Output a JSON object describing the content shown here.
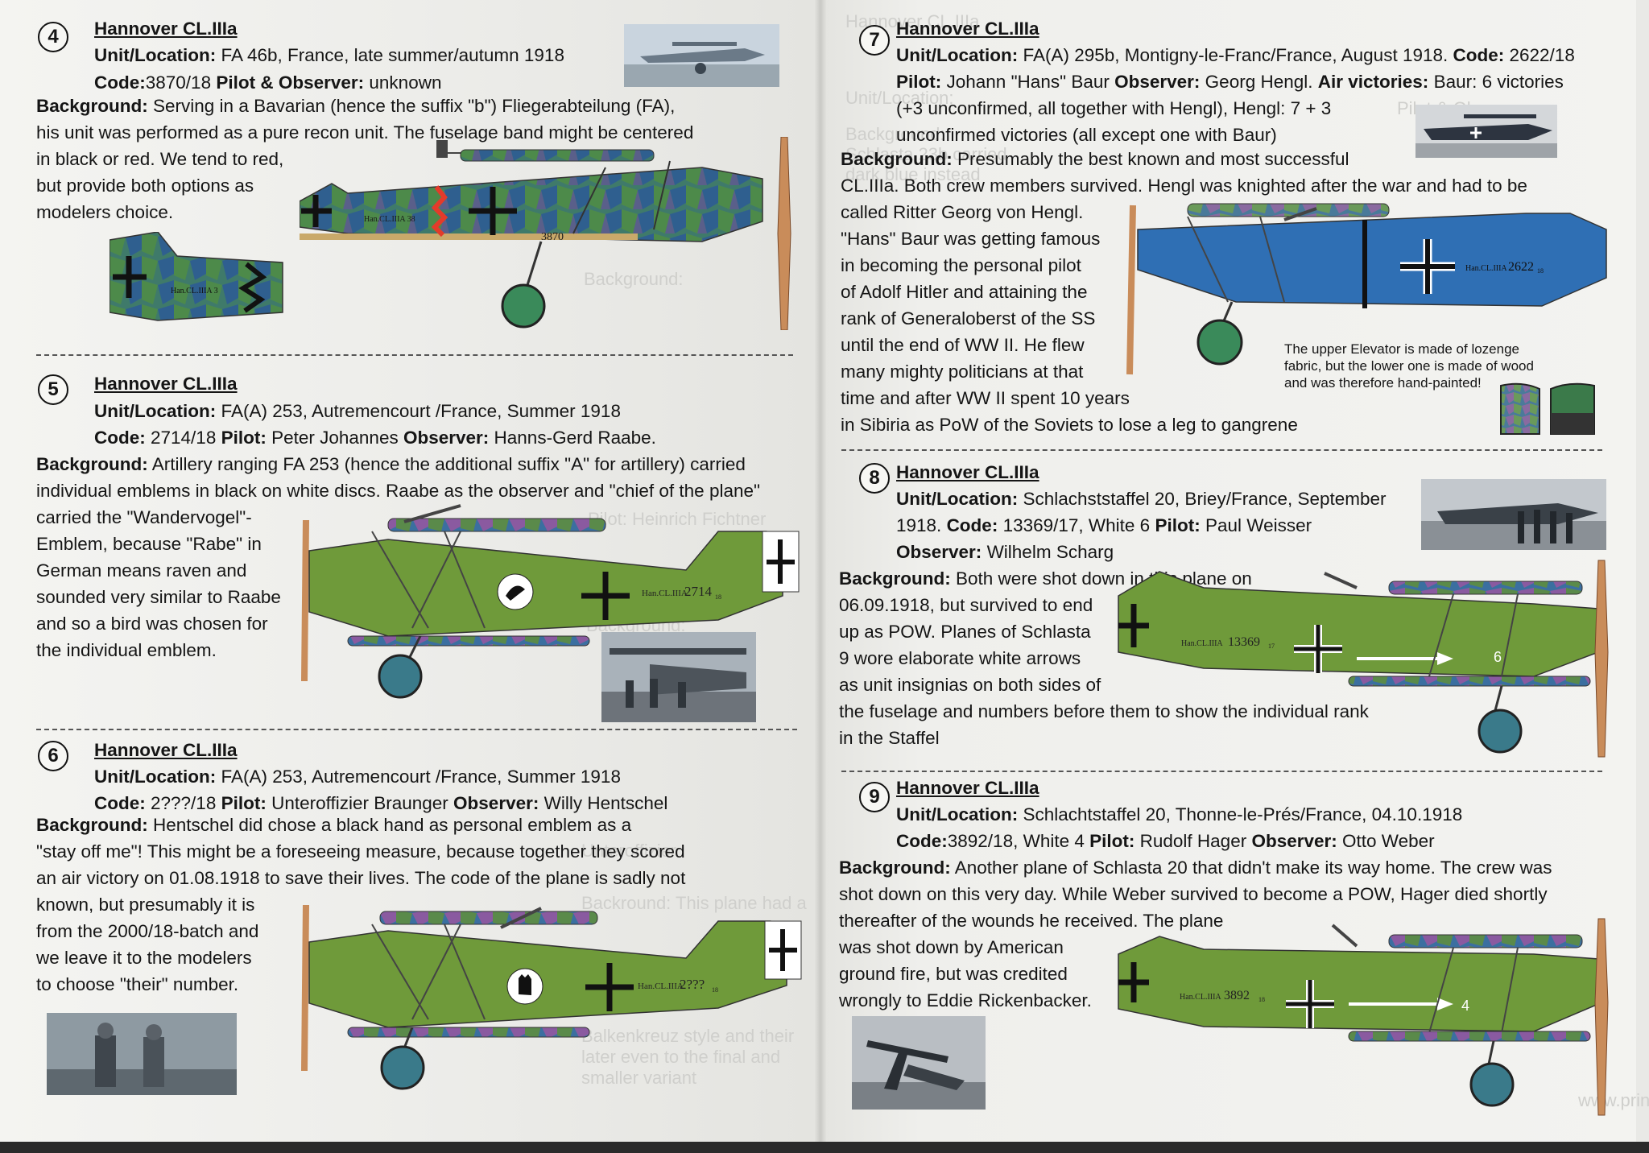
{
  "colors": {
    "lozenge_blue": "#3a6fa0",
    "lozenge_green": "#5c8f3c",
    "fuselage_green": "#6f9a3a",
    "fuselage_blue": "#2f6fb4",
    "prop": "#c98c5a",
    "chevron": "#e33b2a"
  },
  "ghost_text": [
    "Hannover CL.IIIa",
    "Unit/Location:",
    "Pilot & Observer:",
    "Background:",
    "Schlasta 23b carried",
    "dark blue instead",
    "Background:",
    "Pilot: Heinrich Fichtner",
    "Background:",
    "Unteroffizier",
    "Backround: This plane had a",
    "Balkenkreuz style and their",
    "later even to the final and",
    "smaller variant",
    "www.printscale.org"
  ],
  "sections": [
    {
      "num": "4",
      "title": "Hannover CL.IIIa",
      "unit_label": "Unit/Location:",
      "unit": " FA 46b, France, late summer/autumn 1918",
      "code_label": "Code:",
      "code": "3870/18 ",
      "crew_label": "Pilot & Observer:",
      "crew": " unknown",
      "bg_label": "Background:",
      "bg_lines": [
        " Serving in a Bavarian (hence the suffix \"b\") Fliegerabteilung (FA),",
        "his unit was performed as a pure recon unit. The fuselage band might be centered",
        "in black or red. We tend to red,",
        "but provide both options as",
        "modelers choice."
      ]
    },
    {
      "num": "5",
      "title": "Hannover CL.IIIa",
      "unit_label": "Unit/Location:",
      "unit": " FA(A) 253, Autremencourt /France, Summer 1918",
      "code_label": "Code:",
      "code": " 2714/18 ",
      "pilot_label": "Pilot:",
      "pilot": " Peter Johannes ",
      "obs_label": "Observer:",
      "obs": " Hanns-Gerd Raabe.",
      "bg_label": "Background:",
      "bg_lines": [
        " Artillery ranging FA 253 (hence the additional suffix \"A\" for artillery) carried",
        "individual emblems in black on white discs. Raabe as the observer and \"chief of the plane\"",
        "carried the \"Wandervogel\"-",
        "Emblem, because \"Rabe\" in",
        "German means raven and",
        "sounded very similar to Raabe",
        "and so a bird was chosen for",
        "the individual emblem."
      ]
    },
    {
      "num": "6",
      "title": "Hannover CL.IIIa",
      "unit_label": "Unit/Location:",
      "unit": " FA(A) 253, Autremencourt /France, Summer 1918",
      "code_label": "Code:",
      "code": " 2???/18 ",
      "pilot_label": "Pilot:",
      "pilot": " Unteroffizier Braunger ",
      "obs_label": "Observer:",
      "obs": " Willy Hentschel",
      "bg_label": "Background:",
      "bg_lines": [
        " Hentschel did chose a black hand as personal emblem as a",
        "\"stay off me\"! This might be a foreseeing measure, because together they scored",
        "an air victory on 01.08.1918 to save their lives. The code of the plane is sadly not",
        "known, but presumably it is",
        "from the 2000/18-batch and",
        "we leave it to the modelers",
        "to choose \"their\" number."
      ]
    },
    {
      "num": "7",
      "title": "Hannover CL.IIIa",
      "unit_label": "Unit/Location:",
      "unit": " FA(A) 295b, Montigny-le-Franc/France, August 1918. ",
      "code_label": "Code:",
      "code": " 2622/18",
      "pilot_label": "Pilot:",
      "pilot": " Johann \"Hans\" Baur ",
      "obs_label": "Observer:",
      "obs": " Georg Hengl. ",
      "vic_label": "Air victories:",
      "vic": " Baur: 6 victories",
      "extra_lines": [
        "(+3 unconfirmed, all together with Hengl), Hengl: 7 + 3",
        "unconfirmed victories (all except one with Baur)"
      ],
      "bg_label": "Background:",
      "bg_lines": [
        " Presumably the best known and most successful",
        "CL.IIIa. Both crew members survived. Hengl was knighted after the war and had to be",
        "called Ritter Georg von Hengl.",
        "\"Hans\" Baur was getting famous",
        "in becoming the personal pilot",
        "of Adolf Hitler and attaining the",
        "rank of Generaloberst of the SS",
        "until the end of WW II. He flew",
        "many mighty politicians at that",
        "time and after WW II spent 10 years",
        "in Sibiria as PoW of the Soviets to lose a leg to gangrene"
      ],
      "note_lines": [
        "The upper Elevator is made of lozenge",
        "fabric, but the lower one is made of wood",
        "and was therefore hand-painted!"
      ]
    },
    {
      "num": "8",
      "title": "Hannover CL.IIIa",
      "unit_label": "Unit/Location:",
      "unit": " Schlachststaffel 20, Briey/France, September",
      "line2a": "1918. ",
      "code_label": "Code:",
      "code": " 13369/17, White 6 ",
      "pilot_label": "Pilot:",
      "pilot": " Paul Weisser",
      "obs_label": "Observer:",
      "obs": " Wilhelm Scharg",
      "bg_label": "Background:",
      "bg_lines": [
        " Both were shot down in this plane on",
        "06.09.1918, but survived to end",
        "up as POW. Planes of Schlasta",
        "9 wore elaborate white arrows",
        "as unit insignias on both sides of",
        "the fuselage and numbers before them to show the individual rank",
        "in the Staffel"
      ]
    },
    {
      "num": "9",
      "title": "Hannover CL.IIIa",
      "unit_label": "Unit/Location:",
      "unit": " Schlachtstaffel 20, Thonne-le-Prés/France, 04.10.1918",
      "code_label": "Code:",
      "code": "3892/18, White 4 ",
      "pilot_label": "Pilot:",
      "pilot": " Rudolf Hager ",
      "obs_label": "Observer:",
      "obs": " Otto Weber",
      "bg_label": "Background:",
      "bg_lines": [
        " Another plane of Schlasta 20 that didn't make its way home. The crew was",
        "shot down on this very day. While Weber survived to become a POW, Hager died shortly",
        "thereafter of the wounds he received. The plane",
        "was shot down by American",
        "ground fire, but was credited",
        "wrongly to Eddie Rickenbacker."
      ]
    }
  ],
  "plane_markings": {
    "p4_code": "3870",
    "p4_type": "Han.CL.IIIA 38",
    "p4_tail": "Han.CL.IIIA 3",
    "p5_type": "Han.CL.IIIA",
    "p5_code": "2714",
    "p5_sfx": "18",
    "p6_type": "Han.CL.IIIA",
    "p6_code": "2???",
    "p6_sfx": "18",
    "p7_type": "Han.CL.IIIA",
    "p7_code": "2622",
    "p7_sfx": "18",
    "p8_type": "Han.CL.IIIA",
    "p8_code": "13369",
    "p8_sfx": "17",
    "p8_num": "6",
    "p9_type": "Han.CL.IIIA",
    "p9_code": "3892",
    "p9_sfx": "18",
    "p9_num": "4"
  }
}
